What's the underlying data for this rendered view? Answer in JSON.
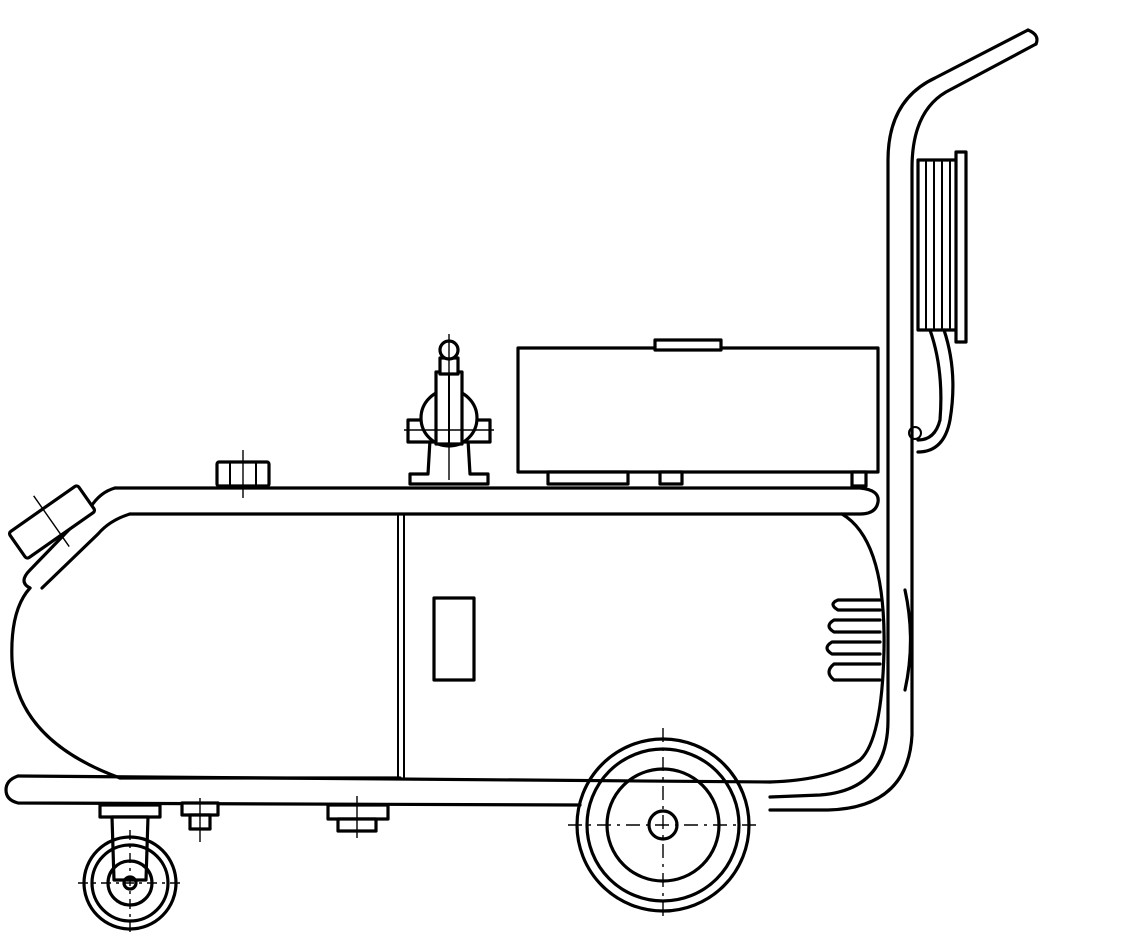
{
  "drawing": {
    "ink_color": "#000000",
    "paper_color": "#ffffff",
    "components": [
      "handle-frame",
      "hose-reel",
      "motor-housing",
      "pressure-valve",
      "tank",
      "access-panel",
      "cooling-fins",
      "pressure-gauge",
      "filler-cap",
      "rear-wheel",
      "front-caster"
    ]
  }
}
